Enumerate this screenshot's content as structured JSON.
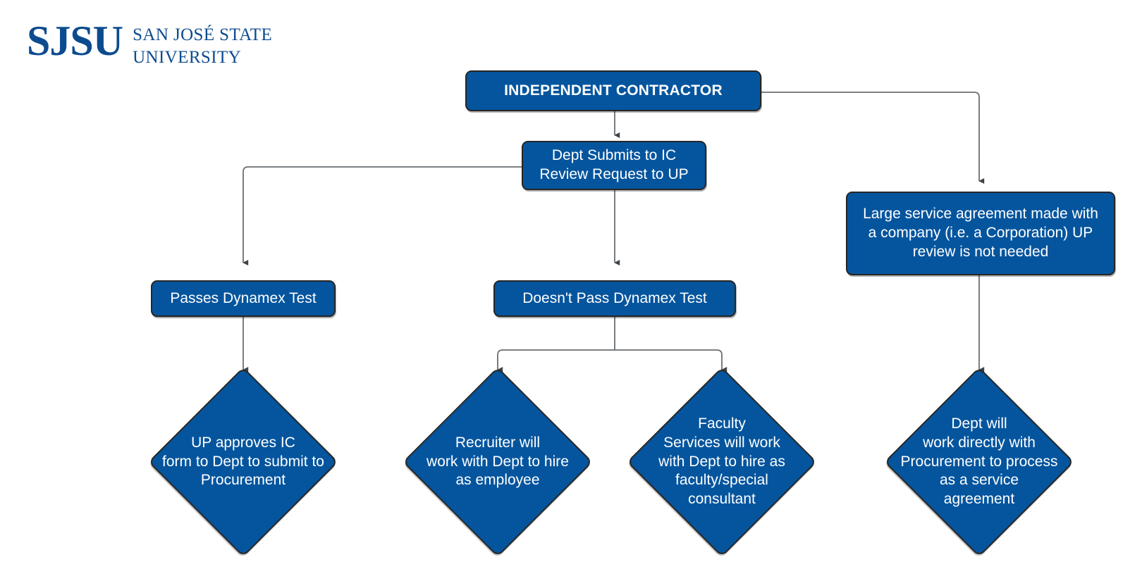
{
  "logo": {
    "mark": "SJSU",
    "line1": "SAN JOSÉ STATE",
    "line2": "UNIVERSITY",
    "color": "#0c4b8f"
  },
  "theme": {
    "node_fill": "#05559E",
    "node_border": "#262626",
    "node_text": "#ffffff",
    "edge_color": "#555a5e",
    "background": "#ffffff"
  },
  "chart_data": {
    "type": "diagram",
    "diagram_kind": "flowchart",
    "title": "INDEPENDENT CONTRACTOR",
    "nodes": [
      {
        "id": "n1",
        "shape": "rounded-rectangle",
        "text": "INDEPENDENT CONTRACTOR",
        "emphasis": "bold"
      },
      {
        "id": "n2",
        "shape": "rounded-rectangle",
        "text": "Dept Submits to IC\nReview Request to UP"
      },
      {
        "id": "n3",
        "shape": "rounded-rectangle",
        "text": "Large service agreement made with\na company (i.e. a Corporation) UP\nreview is not needed"
      },
      {
        "id": "n4",
        "shape": "rounded-rectangle",
        "text": "Passes Dynamex Test"
      },
      {
        "id": "n5",
        "shape": "rounded-rectangle",
        "text": "Doesn't Pass Dynamex Test"
      },
      {
        "id": "n6",
        "shape": "diamond",
        "text": "UP approves IC\nform to Dept to submit to\nProcurement"
      },
      {
        "id": "n7",
        "shape": "diamond",
        "text": "Recruiter will\nwork with Dept to hire\nas employee"
      },
      {
        "id": "n8",
        "shape": "diamond",
        "text": "Faculty\nServices will work\nwith Dept to hire as\nfaculty/special\nconsultant"
      },
      {
        "id": "n9",
        "shape": "diamond",
        "text": "Dept will\nwork directly with\nProcurement to process\nas a service\nagreement"
      }
    ],
    "edges": [
      {
        "from": "n1",
        "to": "n2",
        "style": "orthogonal",
        "arrow": "down"
      },
      {
        "from": "n1",
        "to": "n3",
        "style": "orthogonal",
        "arrow": "down"
      },
      {
        "from": "n2",
        "to": "n4",
        "style": "orthogonal",
        "arrow": "down"
      },
      {
        "from": "n2",
        "to": "n5",
        "style": "straight",
        "arrow": "down"
      },
      {
        "from": "n4",
        "to": "n6",
        "style": "straight",
        "arrow": "down"
      },
      {
        "from": "n5",
        "to": "n7",
        "style": "orthogonal",
        "arrow": "down"
      },
      {
        "from": "n5",
        "to": "n8",
        "style": "orthogonal",
        "arrow": "down"
      },
      {
        "from": "n3",
        "to": "n9",
        "style": "straight",
        "arrow": "down"
      }
    ]
  },
  "nodes": {
    "independent_contractor": "INDEPENDENT CONTRACTOR",
    "dept_submits": "Dept Submits to IC\nReview Request to UP",
    "large_service_agreement": "Large service agreement made with\na company (i.e. a Corporation) UP\nreview is not needed",
    "passes_dynamex": "Passes Dynamex Test",
    "doesnt_pass_dynamex": "Doesn't Pass Dynamex Test",
    "up_approves": "UP approves IC\nform to Dept to submit to\nProcurement",
    "recruiter": "Recruiter will\nwork with Dept to hire\nas employee",
    "faculty_services": "Faculty\nServices will work\nwith Dept to hire as\nfaculty/special\nconsultant",
    "dept_procurement": "Dept will\nwork directly with\nProcurement to process\nas a service\nagreement"
  }
}
